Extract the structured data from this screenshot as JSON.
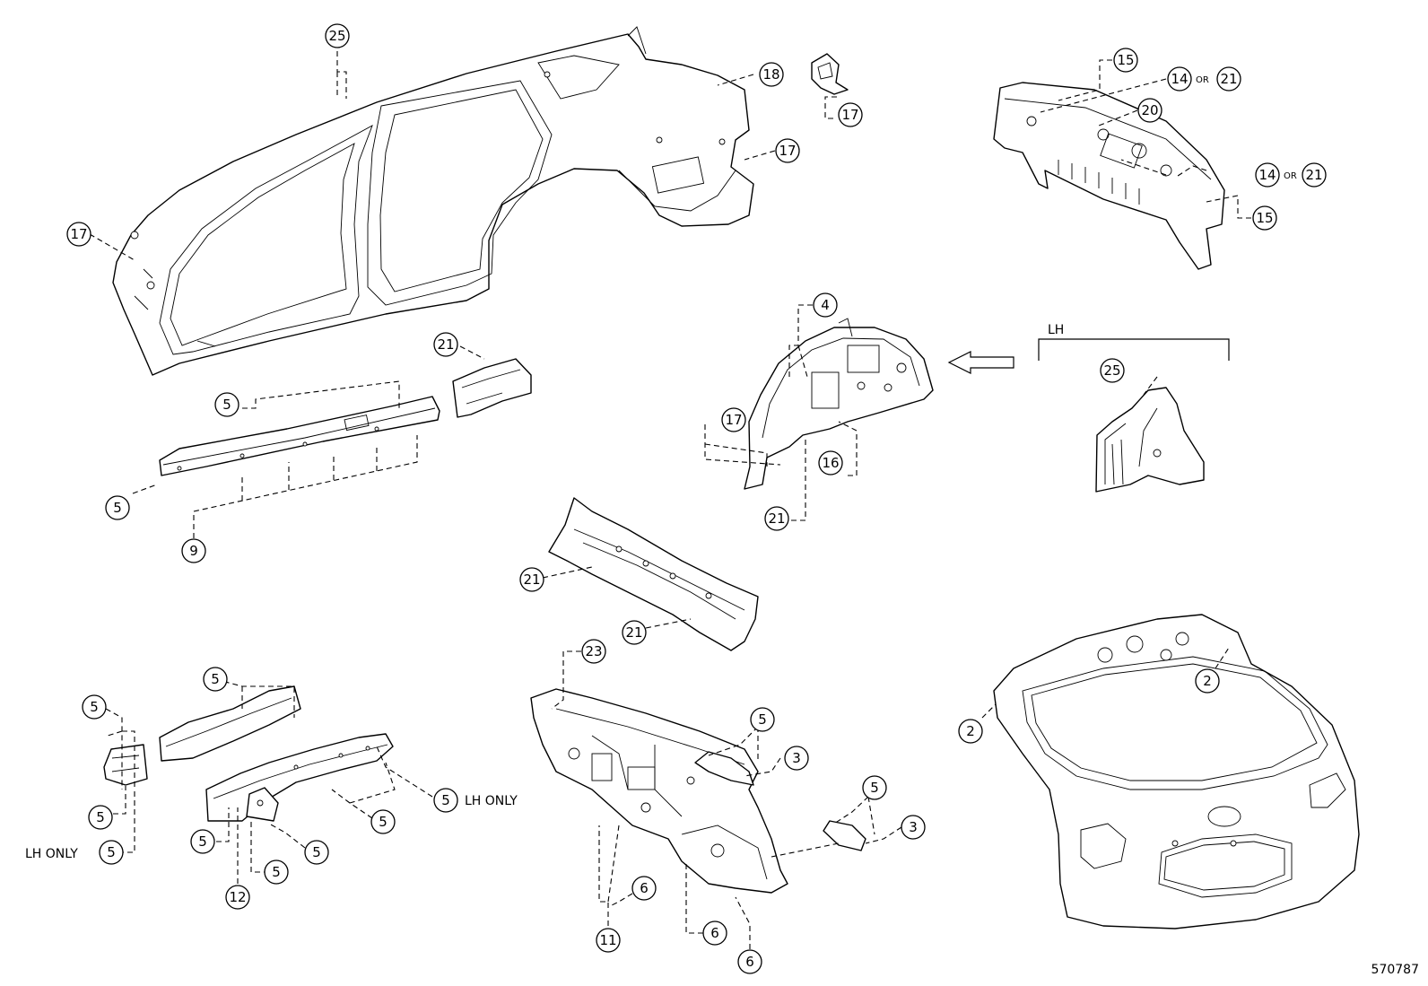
{
  "callouts": {
    "c25a": "25",
    "c18": "18",
    "c17a": "17",
    "c17b": "17",
    "c17c": "17",
    "c15a": "15",
    "c14a": "14",
    "c21a": "21",
    "c20": "20",
    "c14b": "14",
    "c21b": "21",
    "c15b": "15",
    "c4": "4",
    "c17d": "17",
    "c16": "16",
    "c21c": "21",
    "c25b": "25",
    "c21d": "21",
    "c5a": "5",
    "c5b": "5",
    "c9": "9",
    "c21e": "21",
    "c21f": "21",
    "c23": "23",
    "c2a": "2",
    "c2b": "2",
    "c5c": "5",
    "c5d": "5",
    "c5e": "5",
    "c5f": "5",
    "c5g": "5",
    "c5h": "5",
    "c5i": "5",
    "c5j": "5",
    "c5k": "5",
    "c12": "12",
    "c5l": "5",
    "c3a": "3",
    "c5m": "5",
    "c3b": "3",
    "c6a": "6",
    "c6b": "6",
    "c6c": "6",
    "c11": "11"
  },
  "labels": {
    "or_1": "OR",
    "or_2": "OR",
    "lh_view": "LH",
    "lh_only_1": "LH ONLY",
    "lh_only_2": "LH ONLY"
  },
  "reference_number": "570787"
}
